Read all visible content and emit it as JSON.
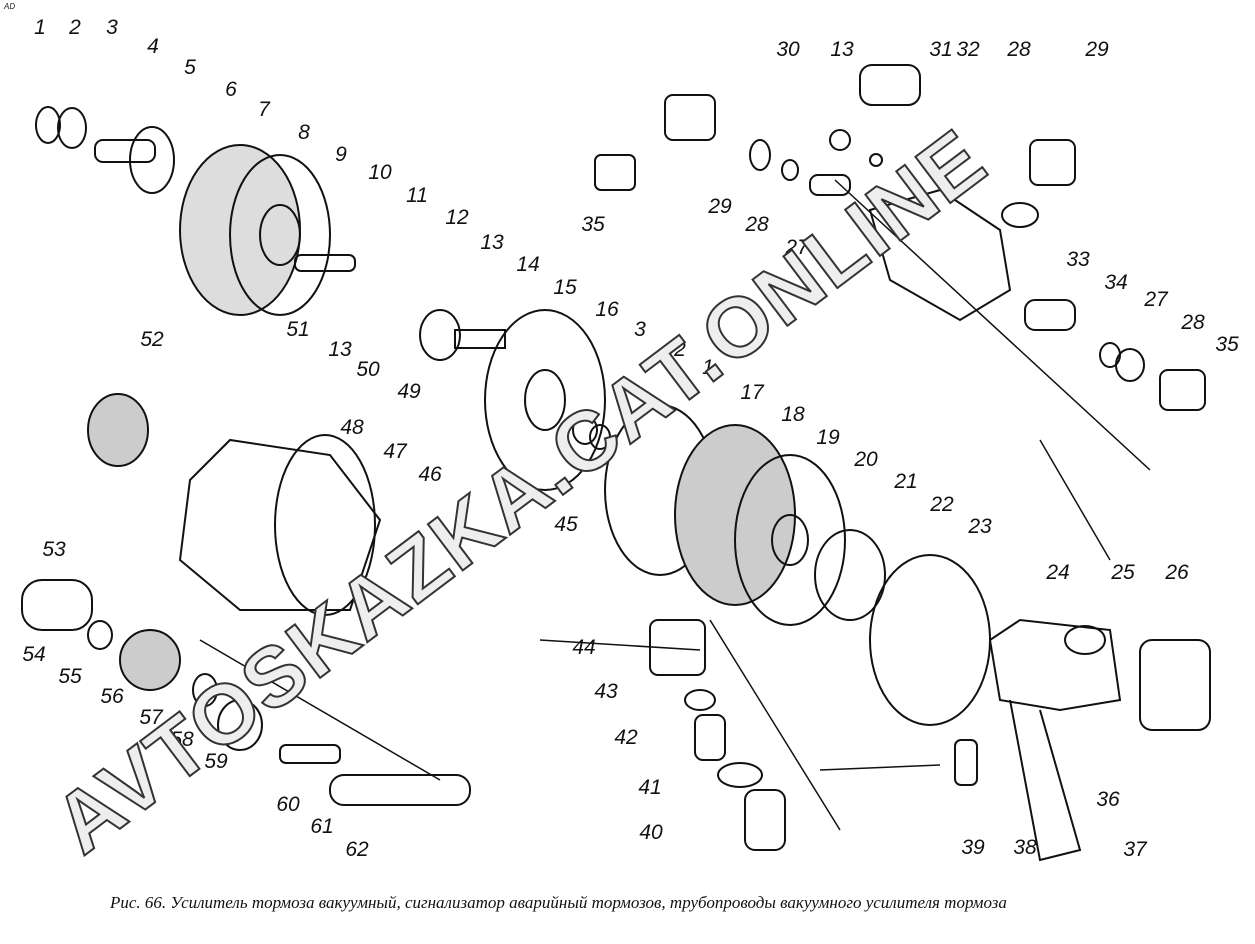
{
  "corner_mark": "AD",
  "caption": "Рис. 66. Усилитель тормоза вакуумный, сигнализатор аварийный тормозов, трубопроводы вакуумного усилителя тормоза",
  "watermark": "AVTOSKAZKA.CAT.ONLINE",
  "callouts": [
    "1",
    "2",
    "3",
    "4",
    "5",
    "6",
    "7",
    "8",
    "9",
    "10",
    "11",
    "12",
    "13",
    "14",
    "15",
    "16",
    "3",
    "2",
    "1",
    "17",
    "18",
    "19",
    "20",
    "21",
    "22",
    "23",
    "24",
    "25",
    "26",
    "27",
    "28",
    "35",
    "34",
    "33",
    "32",
    "28",
    "29",
    "31",
    "13",
    "30",
    "35",
    "29",
    "28",
    "27",
    "52",
    "53",
    "54",
    "55",
    "56",
    "57",
    "58",
    "59",
    "60",
    "61",
    "62",
    "51",
    "13",
    "50",
    "49",
    "48",
    "47",
    "46",
    "45",
    "44",
    "43",
    "42",
    "41",
    "40",
    "39",
    "38",
    "37",
    "36"
  ]
}
